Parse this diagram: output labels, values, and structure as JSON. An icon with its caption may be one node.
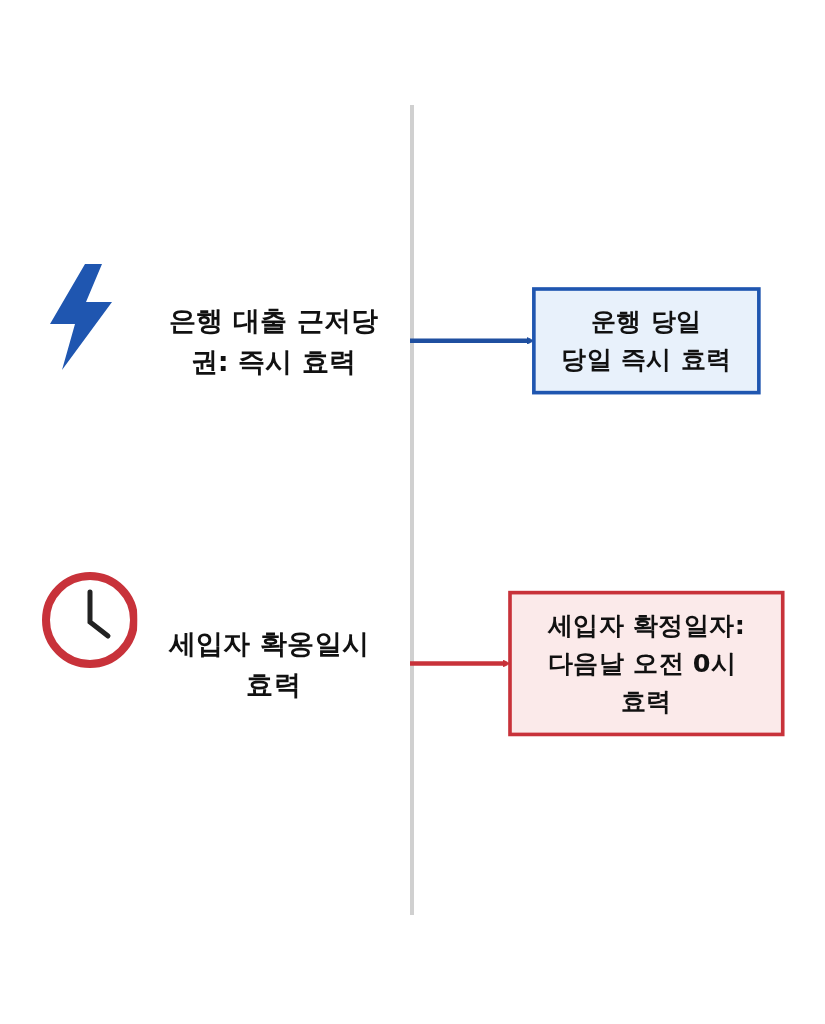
{
  "diagram": {
    "nodes": [
      {
        "text": [
          "은행 대출 근저당권: 즉시 효력"
        ]
      },
      {
        "text": [
          "운행 당일",
          "당일 즉시 효력"
        ]
      },
      {
        "text": [
          "세입자 확옹일시 효력"
        ]
      },
      {
        "text": [
          "세입자 확정일자:",
          "다음날 오전 0시 효력"
        ]
      }
    ],
    "edges": [
      {
        "from": 0,
        "to": 1,
        "arrow": "to",
        "color": "#1f4fa0"
      },
      {
        "from": 2,
        "to": 3,
        "arrow": "to",
        "color": "#c8323a"
      }
    ]
  }
}
